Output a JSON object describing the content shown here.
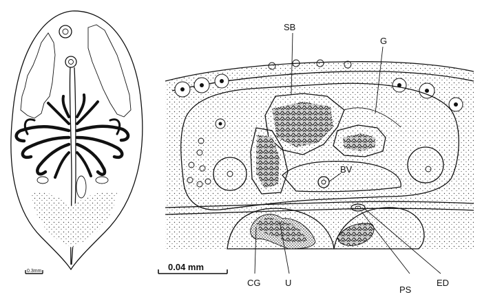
{
  "left_figure": {
    "scale_bar_label": "0.3mm"
  },
  "right_figure": {
    "scale_bar_label": "0.04 mm",
    "labels": {
      "SB": "SB",
      "G": "G",
      "BV": "BV",
      "CG": "CG",
      "U": "U",
      "PS": "PS",
      "ED": "ED"
    }
  }
}
